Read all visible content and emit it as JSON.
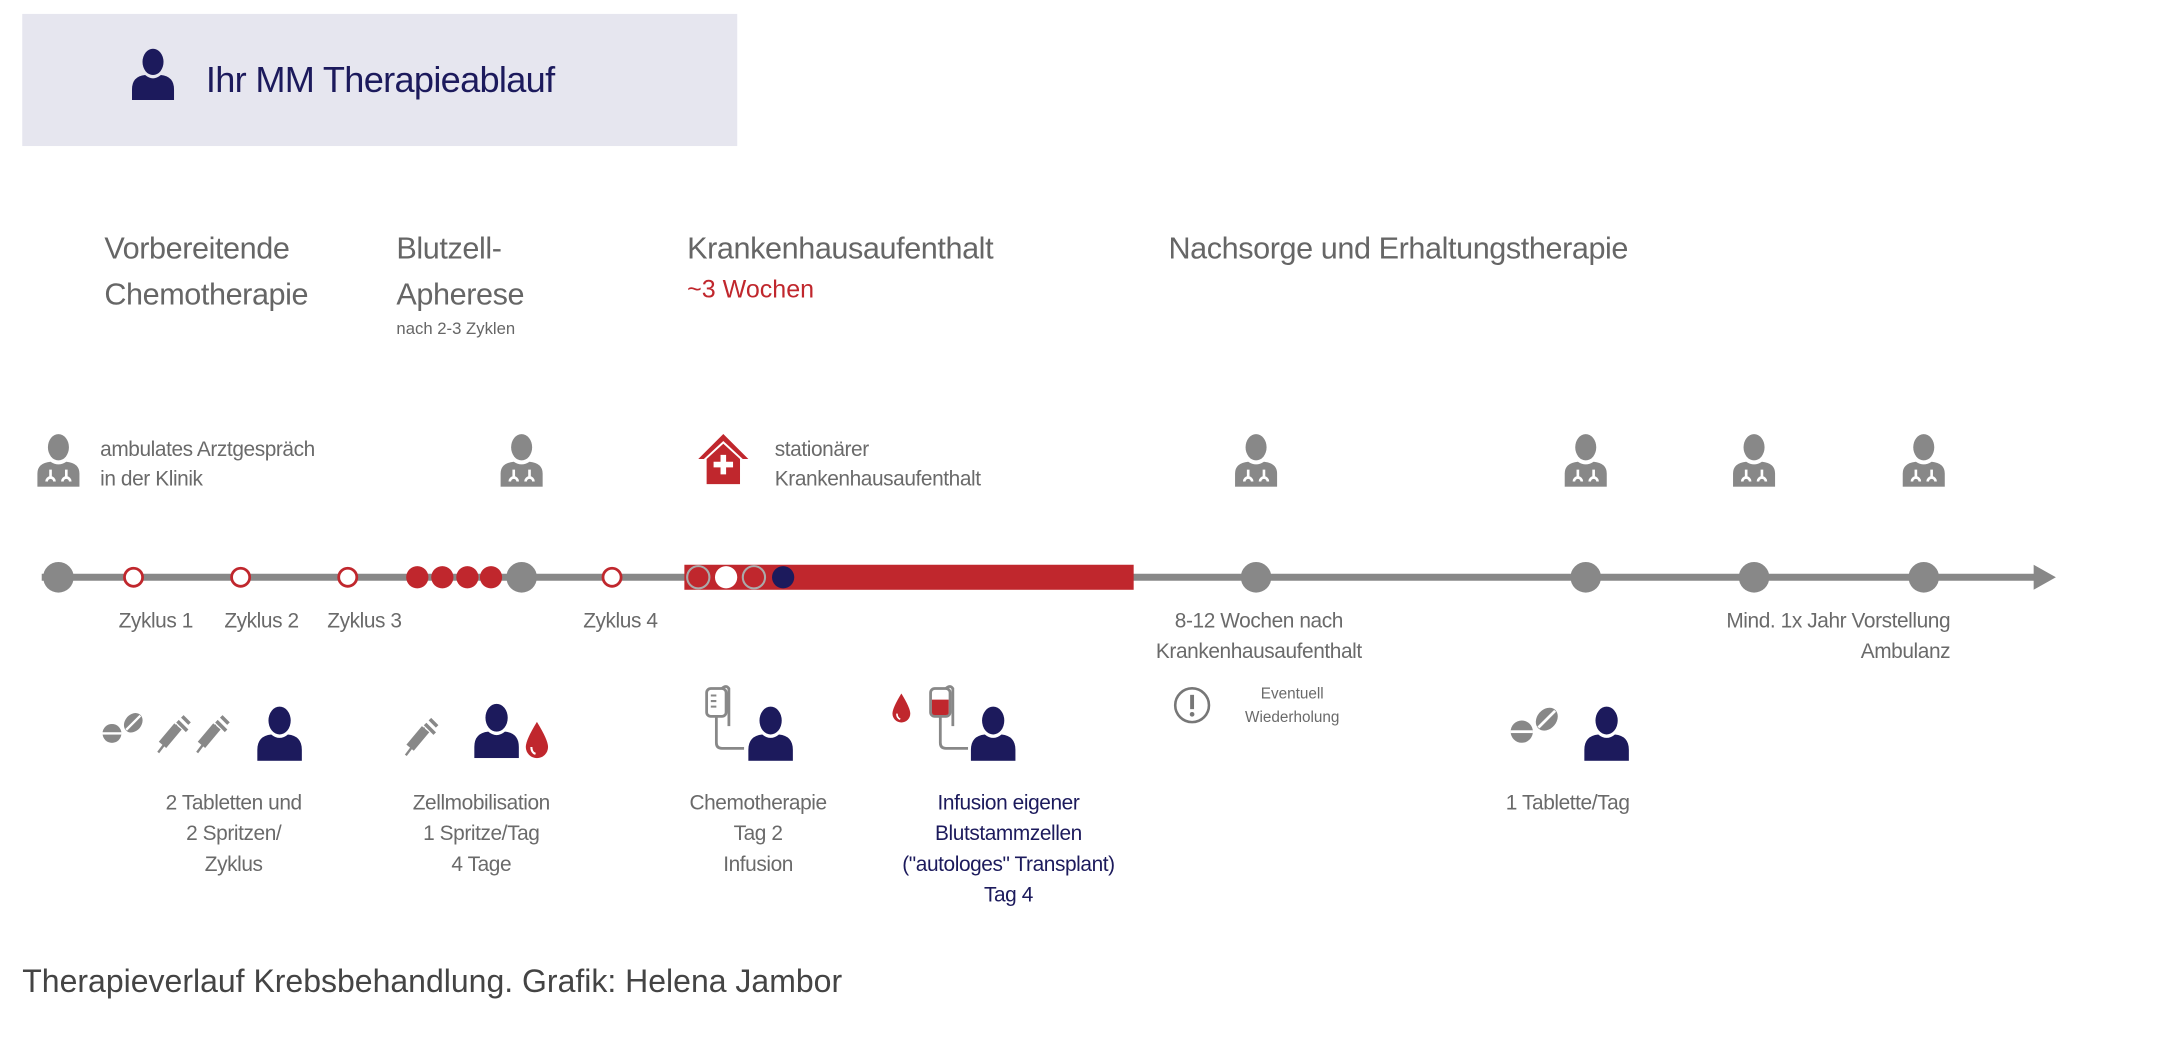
{
  "header": {
    "title": "Ihr MM Therapieablauf",
    "icon": "person-icon"
  },
  "phases": [
    {
      "title": "Vorbereitende\nChemotherapie"
    },
    {
      "title": "Blutzell-\nApherese",
      "subtitle": "nach 2-3 Zyklen"
    },
    {
      "title": "Krankenhausaufenthalt",
      "subtitle": "~3 Wochen"
    },
    {
      "title": "Nachsorge und Erhaltungstherapie"
    }
  ],
  "legend": {
    "doctor": "ambulates Arztgespräch\nin der Klinik",
    "hospital": "stationärer\nKrankenhausaufenthalt"
  },
  "timeline_labels": {
    "zyklus1": "Zyklus 1",
    "zyklus2": "Zyklus 2",
    "zyklus3": "Zyklus 3",
    "zyklus4": "Zyklus 4",
    "after_hospital": "8-12 Wochen nach\nKrankenhausaufenthalt",
    "yearly": "Mind. 1x Jahr Vorstellung\nAmbulanz",
    "repeat": "Eventuell\nWiederholung"
  },
  "treatments": [
    {
      "text": "2 Tabletten und\n2 Spritzen/\nZyklus"
    },
    {
      "text": "Zellmobilisation\n1 Spritze/Tag\n4 Tage"
    },
    {
      "text": "Chemotherapie\nTag 2\nInfusion"
    },
    {
      "text": "Infusion eigener\nBlutstammzellen\n(\"autologes\" Transplant)\nTag 4"
    },
    {
      "text": "1 Tablette/Tag"
    }
  ],
  "caption": "Therapieverlauf Krebsbehandlung. Grafik: Helena Jambor",
  "colors": {
    "navy": "#1c1a5c",
    "red": "#c0272d",
    "gray": "#888888",
    "header_bg": "#e6e6ef"
  }
}
